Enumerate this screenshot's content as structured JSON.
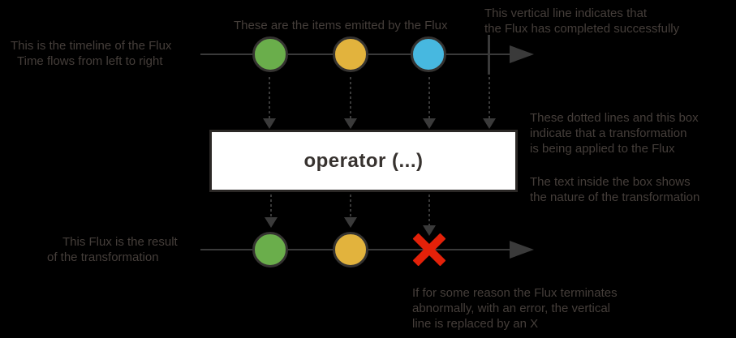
{
  "colors": {
    "background": "#000000",
    "stroke_gray": "#3a3a3a",
    "annotation_text": "#453e3a",
    "marble_green": "#6aae4b",
    "marble_yellow": "#e2b33d",
    "marble_blue": "#47b8e0",
    "error_red": "#e32109",
    "operator_box_bg": "#ffffff",
    "operator_box_border": "#2b2826"
  },
  "diagram": {
    "type": "flux-marble-diagram",
    "source_flux": {
      "marbles": [
        "green",
        "yellow",
        "blue"
      ],
      "terminal": "complete"
    },
    "result_flux": {
      "marbles": [
        "green",
        "yellow"
      ],
      "terminal": "error"
    }
  },
  "operator_box": {
    "label": "operator (...)"
  },
  "annotations": {
    "timeline": {
      "lines": [
        "This is the timeline of the Flux",
        "Time flows from left to right"
      ]
    },
    "items": {
      "lines": [
        "These are the items emitted by the Flux"
      ]
    },
    "complete": {
      "lines": [
        "This vertical line indicates that",
        "the Flux has completed successfully"
      ]
    },
    "transform": {
      "lines": [
        "These dotted lines and this box",
        "indicate that a transformation",
        "is being applied to the Flux"
      ]
    },
    "box_text": {
      "lines": [
        "The text inside the box shows",
        "the nature of the transformation"
      ]
    },
    "result": {
      "lines": [
        "This Flux is the result",
        "of the transformation"
      ]
    },
    "error": {
      "lines": [
        "If for some reason the Flux terminates",
        "abnormally, with an error, the vertical",
        "line is replaced by an X"
      ]
    }
  }
}
